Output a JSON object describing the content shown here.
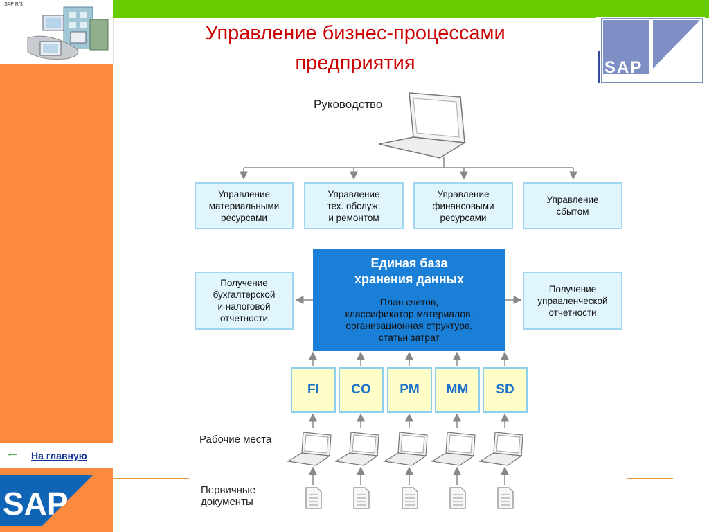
{
  "header": {
    "thumb_label": "SAP R/3",
    "title_line1": "Управление бизнес-процессами",
    "title_line2": "предприятия",
    "logo_text": "SAP"
  },
  "nav": {
    "home_arrow": "←",
    "home_label": "На главную",
    "bottom_logo_text": "SAP"
  },
  "diagram": {
    "management_label": "Руководство",
    "top_boxes": [
      "Управление\nматериальными\nресурсами",
      "Управление\nтех. обслуж.\nи ремонтом",
      "Управление\nфинансовыми\nресурсами",
      "Управление\nсбытом"
    ],
    "left_report": "Получение\nбухгалтерской\nи налоговой\nотчетности",
    "right_report": "Получение\nуправленческой\nотчетности",
    "database_title": "Единая база\nхранения данных",
    "database_desc": "План счетов,\nклассификатор материалов,\nорганизационная структура,\nстатьи затрат",
    "modules": [
      "FI",
      "CO",
      "PM",
      "MM",
      "SD"
    ],
    "workplaces_label": "Рабочие места",
    "documents_label": "Первичные\nдокументы"
  },
  "colors": {
    "orange_panel": "#fc8a3e",
    "green_bar": "#66cc00",
    "title_red": "#cc0000",
    "db_blue": "#1a7fd6",
    "module_fill": "#fffdc8",
    "box_fill": "#e1f5fd"
  }
}
